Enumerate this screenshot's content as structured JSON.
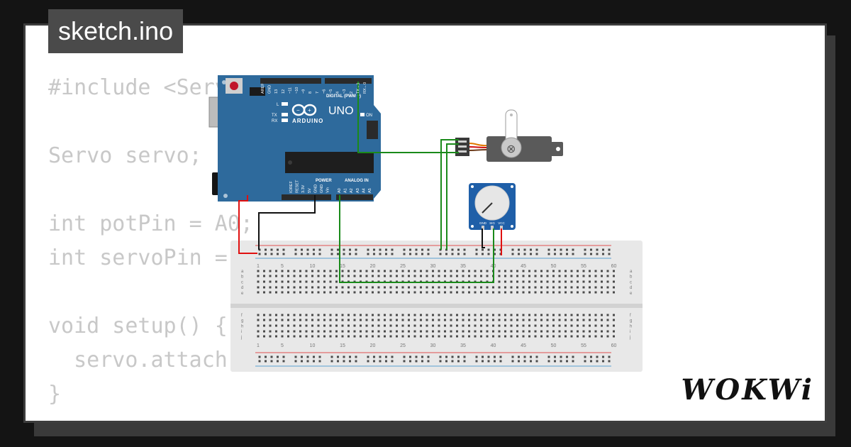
{
  "tab": {
    "filename": "sketch.ino"
  },
  "code": {
    "lines": [
      "#include <Servo.h>",
      "",
      "Servo servo;",
      "",
      "int potPin = A0;",
      "int servoPin = 3;",
      "",
      "void setup() {",
      "  servo.attach(servoPin);",
      "}"
    ]
  },
  "arduino": {
    "model": "UNO",
    "brand": "ARDUINO",
    "digital_header": "DIGITAL (PWM ~)",
    "power_header": "POWER",
    "analog_header": "ANALOG IN",
    "on_label": "ON",
    "led_l": "L",
    "led_tx": "TX",
    "led_rx": "RX",
    "pins_digital": [
      "AREF",
      "GND",
      "13",
      "12",
      "~11",
      "~10",
      "~9",
      "8",
      "7",
      "~6",
      "~5",
      "4",
      "~3",
      "2",
      "TX→1",
      "RX←0"
    ],
    "pins_power": [
      "IOREF",
      "RESET",
      "3.3V",
      "5V",
      "GND",
      "GND",
      "Vin"
    ],
    "pins_analog": [
      "A0",
      "A1",
      "A2",
      "A3",
      "A4",
      "A5"
    ]
  },
  "potentiometer": {
    "pins": [
      "GND",
      "SIG",
      "VCC"
    ]
  },
  "breadboard": {
    "column_numbers": [
      "1",
      "5",
      "10",
      "15",
      "20",
      "25",
      "30",
      "35",
      "40",
      "45",
      "50",
      "55",
      "60"
    ],
    "rows_top": [
      "a",
      "b",
      "c",
      "d",
      "e"
    ],
    "rows_bottom": [
      "f",
      "g",
      "h",
      "i",
      "j"
    ]
  },
  "colors": {
    "wire_power": "#e01010",
    "wire_ground": "#111111",
    "wire_signal": "#1a8a1a",
    "board": "#2e6a9c",
    "code_text": "#c8c8c8"
  },
  "brand": {
    "logo_text": "WOKWi"
  }
}
